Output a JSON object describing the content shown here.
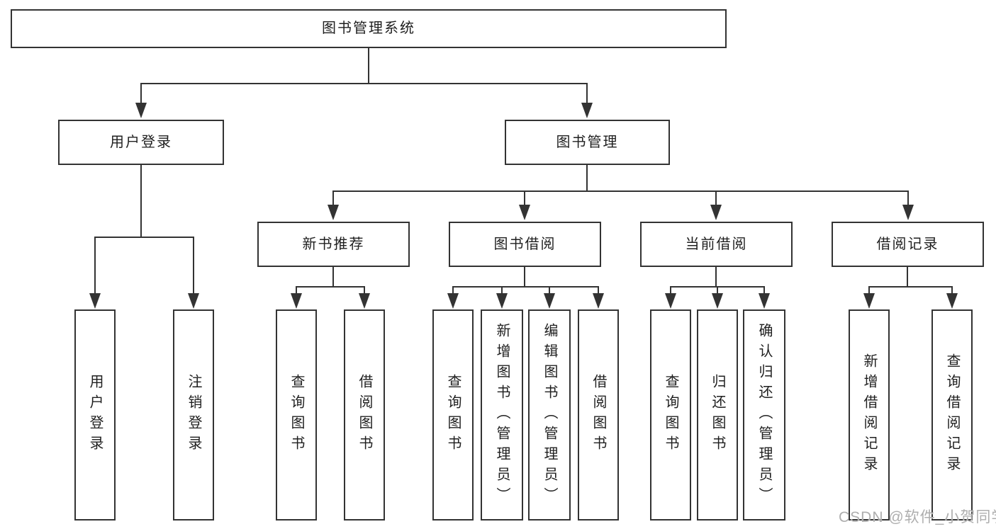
{
  "diagram": {
    "type": "hierarchy-tree",
    "title": "图书管理系统",
    "tree": {
      "label": "图书管理系统",
      "children": [
        {
          "label": "用户登录",
          "children": [
            {
              "label": "用户登录"
            },
            {
              "label": "注销登录"
            }
          ]
        },
        {
          "label": "图书管理",
          "children": [
            {
              "label": "新书推荐",
              "children": [
                {
                  "label": "查询图书"
                },
                {
                  "label": "借阅图书"
                }
              ]
            },
            {
              "label": "图书借阅",
              "children": [
                {
                  "label": "查询图书"
                },
                {
                  "label": "新增图书（管理员）"
                },
                {
                  "label": "编辑图书（管理员）"
                },
                {
                  "label": "借阅图书"
                }
              ]
            },
            {
              "label": "当前借阅",
              "children": [
                {
                  "label": "查询图书"
                },
                {
                  "label": "归还图书"
                },
                {
                  "label": "确认归还（管理员）"
                }
              ]
            },
            {
              "label": "借阅记录",
              "children": [
                {
                  "label": "新增借阅记录"
                },
                {
                  "label": "查询借阅记录"
                }
              ]
            }
          ]
        }
      ]
    }
  },
  "watermark": "CSDN @软件_小贺同学",
  "colors": {
    "line": "#333333",
    "text": "#1f1f1f",
    "background": "#ffffff",
    "watermark": "#aeaeae"
  }
}
